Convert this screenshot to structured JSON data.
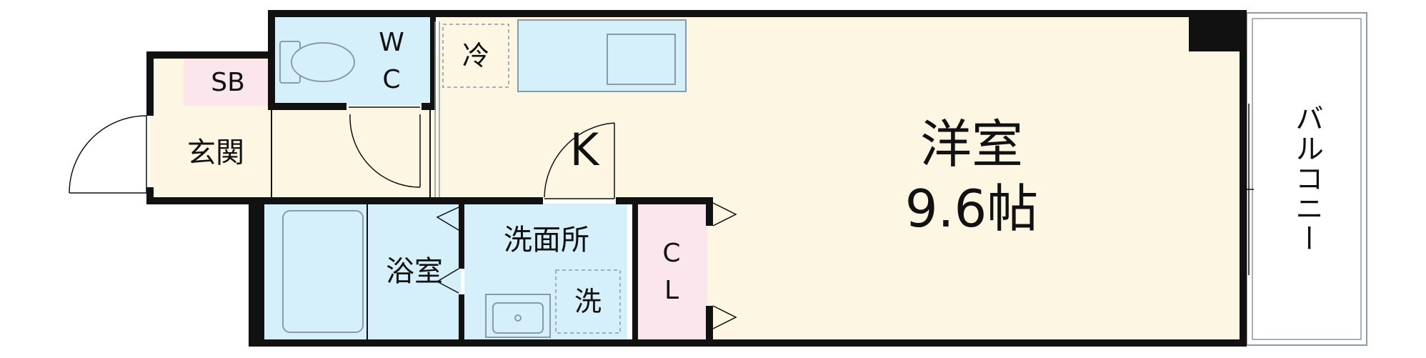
{
  "floorplan": {
    "rooms": {
      "western_room": {
        "name": "洋室",
        "size": "9.6帖"
      },
      "kitchen": {
        "name": "K"
      },
      "toilet": {
        "line1": "W",
        "line2": "C"
      },
      "shoe_box": {
        "name": "SB"
      },
      "entrance": {
        "name": "玄関"
      },
      "bathroom": {
        "name": "浴室"
      },
      "washroom": {
        "name": "洗面所"
      },
      "closet": {
        "line1": "C",
        "line2": "L"
      },
      "balcony": {
        "name": "バルコニー"
      }
    },
    "fixtures": {
      "fridge": {
        "label": "冷"
      },
      "washer": {
        "label": "洗"
      }
    },
    "colors": {
      "wall": "#111111",
      "floor_room": "#fdf6e3",
      "wet_area": "#d6f0fb",
      "shoe_box": "#fce6ee",
      "closet": "#fce6ee",
      "balcony": "#ffffff",
      "fixture_line": "#8a9aa6"
    }
  }
}
